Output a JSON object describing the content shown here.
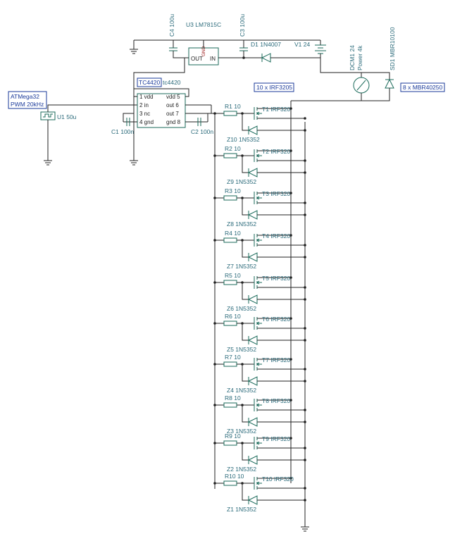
{
  "notes": {
    "mcu_line1": "ATMega32",
    "mcu_line2": "PWM 20kHz",
    "driver_box": "TC4420",
    "mosfet_box": "10 x IRF3205",
    "diode_box": "8 x MBR40250"
  },
  "labels": {
    "u1": "U1 50u",
    "driver_part": "tc4420",
    "c1": "C1 100n",
    "c2": "C2 100n",
    "c4": "C4 100u",
    "c3": "C3 100u",
    "u3": "U3 LM7815C",
    "d1": "D1 1N4007",
    "v1": "V1 24",
    "dcm1": "DCM1 24",
    "power": "Power 4k",
    "sd1": "SD1 MBR10100",
    "reg_gnd": "GND",
    "reg_out": "OUT",
    "reg_in": "IN",
    "pin1": "1 vdd",
    "pin2": "2 in",
    "pin3": "3 nc",
    "pin4": "4 gnd",
    "pin5": "vdd 5",
    "pin6": "out 6",
    "pin7": "out 7",
    "pin8": "gnd 8"
  },
  "stages": [
    {
      "r": "R1 10",
      "t": "T1 IRF320",
      "z": "Z10 1N5352"
    },
    {
      "r": "R2 10",
      "t": "T2 IRF320",
      "z": "Z9 1N5352"
    },
    {
      "r": "R3 10",
      "t": "T3 IRF320",
      "z": "Z8 1N5352"
    },
    {
      "r": "R4 10",
      "t": "T4 IRF320",
      "z": "Z7 1N5352"
    },
    {
      "r": "R5 10",
      "t": "T5 IRF320",
      "z": "Z6 1N5352"
    },
    {
      "r": "R6 10",
      "t": "T6 IRF320",
      "z": "Z5 1N5352"
    },
    {
      "r": "R7 10",
      "t": "T7 IRF320",
      "z": "Z4 1N5352"
    },
    {
      "r": "R8 10",
      "t": "T8 IRF320",
      "z": "Z3 1N5352"
    },
    {
      "r": "R9 10",
      "t": "T9 IRF320",
      "z": "Z2 1N5352"
    },
    {
      "r": "R10 10",
      "t": "T10 IRF320",
      "z": "Z1 1N5352"
    }
  ]
}
